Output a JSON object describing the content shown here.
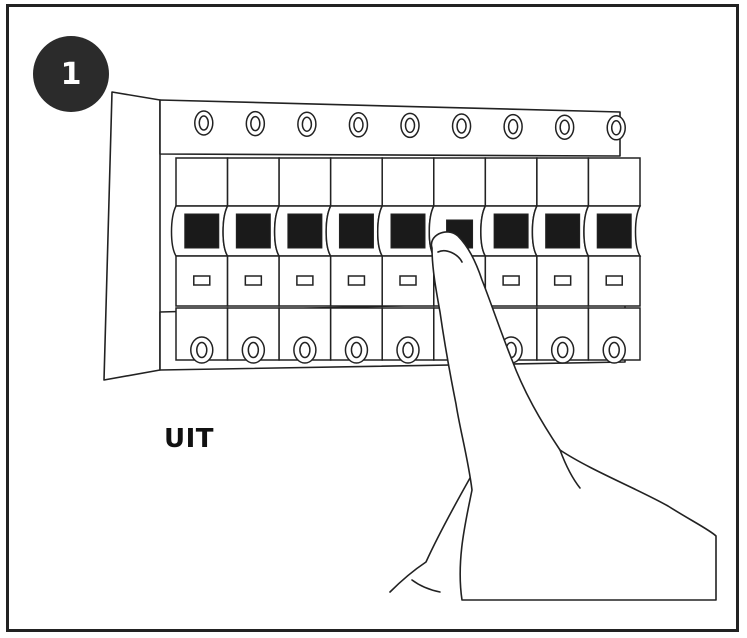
{
  "step": {
    "number": "1"
  },
  "state_label": "UIT",
  "illustration": {
    "breaker_count": 9,
    "pressed_breaker_index": 5,
    "colors": {
      "stroke": "#222222",
      "switch_fill": "#1a1a1a",
      "background": "#ffffff",
      "badge": "#2b2b2b"
    },
    "icons": [
      "circuit-breaker-panel",
      "finger-pointer"
    ]
  }
}
